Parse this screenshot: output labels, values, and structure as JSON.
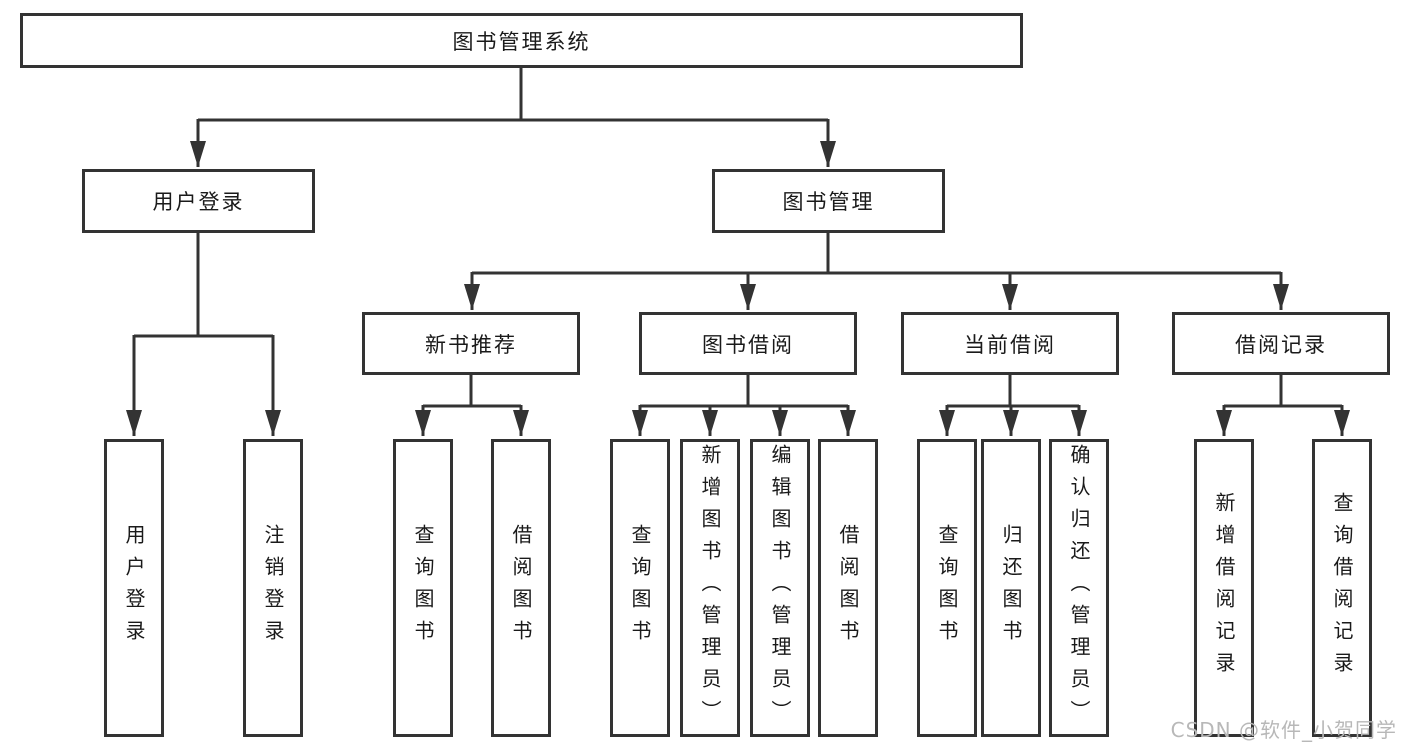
{
  "diagram": {
    "root_label": "图书管理系统",
    "level2": [
      {
        "label": "用户登录"
      },
      {
        "label": "图书管理"
      }
    ],
    "level3": [
      {
        "label": "新书推荐"
      },
      {
        "label": "图书借阅"
      },
      {
        "label": "当前借阅"
      },
      {
        "label": "借阅记录"
      }
    ],
    "leaves": {
      "user_login": [
        "用户登录",
        "注销登录"
      ],
      "new_book_rec": [
        "查询图书",
        "借阅图书"
      ],
      "book_borrow": [
        "查询图书",
        "新增图书（管理员）",
        "编辑图书（管理员）",
        "借阅图书"
      ],
      "current_borrow": [
        "查询图书",
        "归还图书",
        "确认归还（管理员）"
      ],
      "borrow_record": [
        "新增借阅记录",
        "查询借阅记录"
      ]
    }
  },
  "watermark": {
    "text": "CSDN @软件_小贺同学",
    "color": "#b8b8b8"
  },
  "colors": {
    "line": "#333333",
    "box_border": "#333333",
    "text": "#1a1a1a",
    "background": "#ffffff"
  }
}
